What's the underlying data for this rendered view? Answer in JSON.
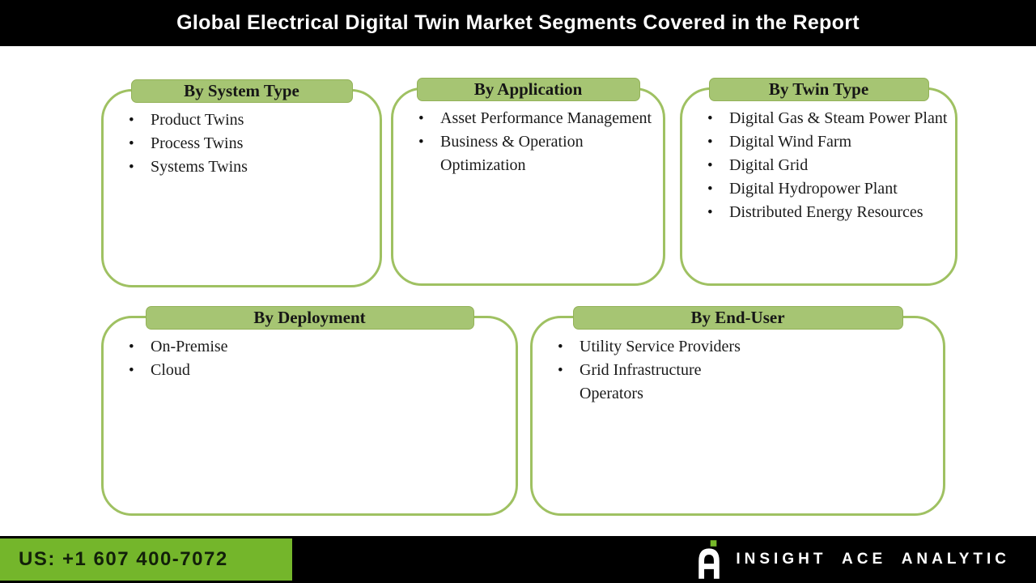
{
  "title": "Global Electrical Digital Twin Market Segments Covered in the Report",
  "colors": {
    "accent_green": "#9fc162",
    "tab_fill": "#a6c573",
    "footer_green": "#74b62b",
    "bar_black": "#000000",
    "ink": "#1b1b1b"
  },
  "boxes": [
    {
      "header": "By System Type",
      "items": [
        "Product Twins",
        "Process Twins",
        "Systems Twins"
      ]
    },
    {
      "header": "By Application",
      "items": [
        "Asset Performance Management",
        "Business & Operation Optimization"
      ]
    },
    {
      "header": "By Twin Type",
      "items": [
        "Digital Gas & Steam Power Plant",
        "Digital Wind Farm",
        "Digital Grid",
        "Digital Hydropower Plant",
        "Distributed Energy Resources"
      ]
    },
    {
      "header": "By Deployment",
      "items": [
        "On-Premise",
        "Cloud"
      ]
    },
    {
      "header": "By End-User",
      "items": [
        "Utility Service Providers",
        "Grid Infrastructure Operators"
      ]
    }
  ],
  "footer": {
    "phone": "US: +1 607 400-7072",
    "brand": "INSIGHT ACE ANALYTIC",
    "logo_icon": "insight-ace-logo"
  }
}
